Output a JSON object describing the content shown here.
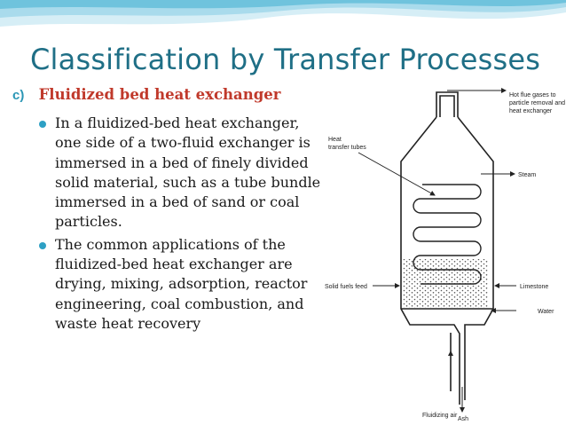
{
  "slide": {
    "title": "Classification by Transfer Processes",
    "section_letter": "c)",
    "section_title": "Fluidized bed heat exchanger",
    "bullets": [
      "In a fluidized-bed heat exchanger, one side of a two-fluid exchanger is immersed in a bed of finely divided solid material, such as a tube bundle immersed in a bed of sand or coal particles.",
      "The common applications of the fluidized-bed heat exchanger are drying, mixing, adsorption, reactor engineering, coal combustion, and waste heat recovery"
    ]
  },
  "diagram": {
    "labels": {
      "hot_flue_1": "Hot flue gases to",
      "hot_flue_2": "particle removal and",
      "hot_flue_3": "heat exchanger",
      "heat_tubes_1": "Heat",
      "heat_tubes_2": "transfer tubes",
      "steam": "Steam",
      "solid_fuels": "Solid fuels feed",
      "limestone": "Limestone",
      "water": "Water",
      "fluidizing_air": "Fluidizing air",
      "ash": "Ash"
    }
  },
  "colors": {
    "title": "#1f6f86",
    "section_title": "#c0392b",
    "bullet": "#2ea0c4",
    "wave": "#4fb3d3"
  }
}
